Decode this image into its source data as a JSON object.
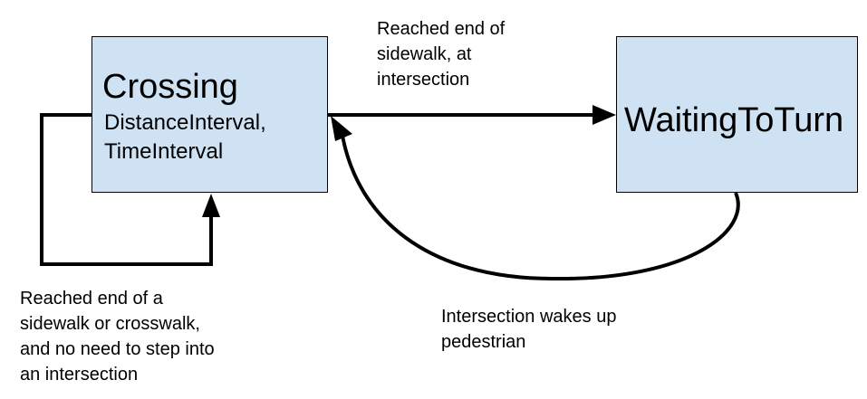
{
  "states": {
    "crossing": {
      "name": "Crossing",
      "params": [
        "DistanceInterval,",
        "TimeInterval"
      ]
    },
    "waiting": {
      "name": "WaitingToTurn"
    }
  },
  "transitions": {
    "crossing_to_waiting": "Reached end of\nsidewalk, at\nintersection",
    "crossing_self_loop": "Reached end of a\nsidewalk or crosswalk,\nand no need to step into\nan intersection",
    "waiting_to_crossing": "Intersection wakes up\npedestrian"
  },
  "colors": {
    "state_fill": "#cfe2f3",
    "line": "#000000"
  }
}
